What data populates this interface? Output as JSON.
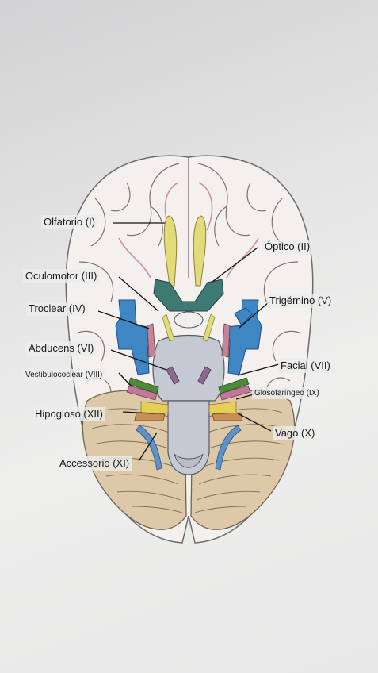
{
  "labels": {
    "olfatorio": "Olfatorio (I)",
    "optico": "Óptico (II)",
    "oculomotor": "Oculomotor (III)",
    "troclear": "Troclear (IV)",
    "trigemino": "Trigémino (V)",
    "abducens": "Abducens (VI)",
    "facial": "Facial (VII)",
    "vestibulococlear": "Vestibulococlear (VIII)",
    "glosofaringeo": "Glosofaríngeo (IX)",
    "hipogloso": "Hipogloso (XII)",
    "vago": "Vago (X)",
    "accessorio": "Accessorio (XI)"
  },
  "colors": {
    "olfactory": "#e2db77",
    "optic": "#3e7a74",
    "trigeminal": "#3f86c4",
    "trochlear": "#c58398",
    "cerebellum": "#d9c6a6",
    "brainstem": "#c4c9d3",
    "facial": "#4d8a3a",
    "glossopharyngeal": "#c2789a",
    "vagus": "#c68f54",
    "hypoglossal": "#e6cf57",
    "accessory": "#5e93c9"
  }
}
